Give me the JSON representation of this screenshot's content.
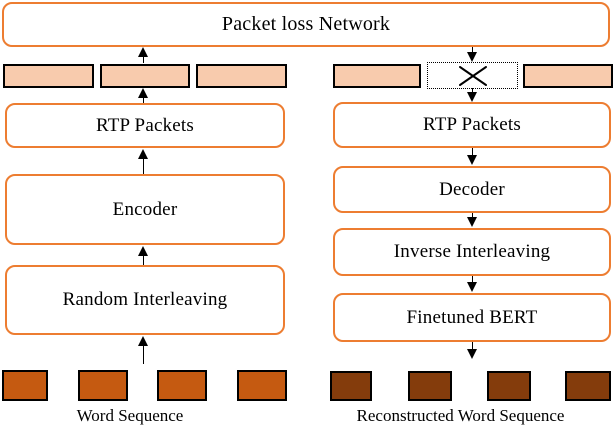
{
  "diagram": {
    "title": "Packet loss Network",
    "encoder_path": {
      "direction": "bottom-to-top",
      "input_label": "Word Sequence",
      "input_word_count": 4,
      "packet_count": 3,
      "boxes": [
        {
          "label": "Random Interleaving"
        },
        {
          "label": "Encoder"
        },
        {
          "label": "RTP Packets"
        }
      ]
    },
    "decoder_path": {
      "direction": "top-to-bottom",
      "output_label": "Reconstructed Word Sequence",
      "output_word_count": 4,
      "received_packet_count": 2,
      "lost_packet_count": 1,
      "lost_packet_icon": "x-cross",
      "boxes": [
        {
          "label": "RTP Packets"
        },
        {
          "label": "Decoder"
        },
        {
          "label": "Inverse Interleaving"
        },
        {
          "label": "Finetuned BERT"
        }
      ]
    },
    "colors": {
      "box_border": "#ED7D31",
      "packet_fill": "#F8CBAD",
      "input_word_fill": "#C55A11",
      "output_word_fill": "#843C0C",
      "line": "#000000"
    }
  }
}
